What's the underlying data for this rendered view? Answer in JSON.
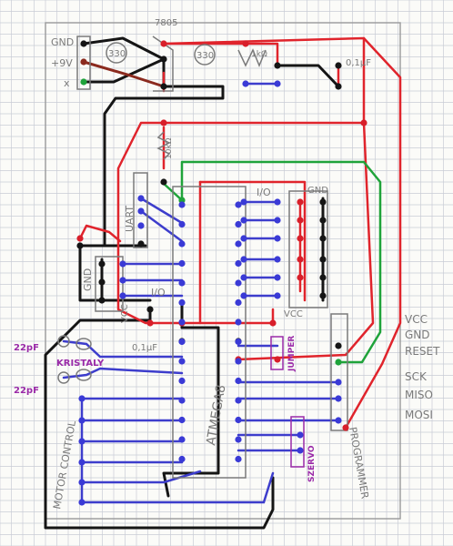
{
  "colors": {
    "grid": "#c9ccd6",
    "red": "#e0242c",
    "blue": "#3d3dcc",
    "green": "#1fa33a",
    "black": "#151515",
    "pencil": "#7a7a7a",
    "purple": "#9a2aa8",
    "brown": "#8b2a1e",
    "dot_blue": "#3a3ad6",
    "dot_red": "#d81f2a"
  },
  "power": {
    "gnd": "GND",
    "v9": "+9V",
    "x": "x"
  },
  "regulator": {
    "label": "7805",
    "res1": "330",
    "res2": "330",
    "res3": "1kΩ",
    "cap": "0,1μF"
  },
  "reset_res": "10kΩ",
  "headers": {
    "uart": "UART",
    "gnd_left": "GND",
    "vcc_left": "VCC",
    "io_left": "I/O",
    "io_right": "I/O",
    "gnd_right": "GND",
    "vcc_right": "VCC",
    "cap_bottom": "0,1μF"
  },
  "chip": {
    "label": "ATMEGA8",
    "dot_count": 14
  },
  "crystal": {
    "label": "KRISTALY",
    "cap1": "22pF",
    "cap2": "22pF"
  },
  "jumper": "JUMPER",
  "servo": "SZERVO",
  "motor": "MOTOR CONTROL",
  "programmer": {
    "title": "PROGRAMMER",
    "pins": [
      "VCC",
      "GND",
      "RESET",
      "SCK",
      "MISO",
      "MOSI"
    ]
  }
}
